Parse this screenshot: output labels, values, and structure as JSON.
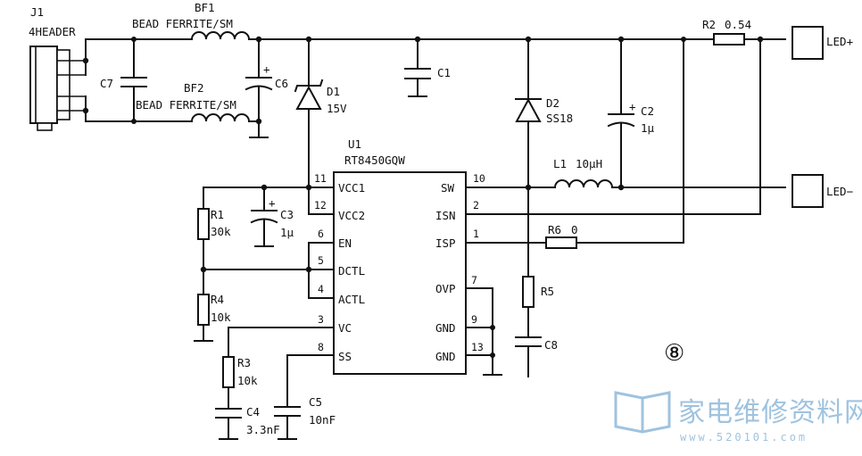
{
  "components": {
    "J1": {
      "ref": "J1",
      "value": "4HEADER"
    },
    "BF1": {
      "ref": "BF1",
      "value": "BEAD FERRITE/SM"
    },
    "BF2": {
      "ref": "BF2",
      "value": "BEAD FERRITE/SM"
    },
    "C7": {
      "ref": "C7"
    },
    "C6": {
      "ref": "C6"
    },
    "D1": {
      "ref": "D1",
      "value": "15V"
    },
    "C1": {
      "ref": "C1"
    },
    "D2": {
      "ref": "D2",
      "value": "SS18"
    },
    "C2": {
      "ref": "C2",
      "value": "1μ"
    },
    "R2": {
      "ref": "R2",
      "value": "0.54"
    },
    "U1": {
      "ref": "U1",
      "value": "RT8450GQW"
    },
    "L1": {
      "ref": "L1",
      "value": "10μH"
    },
    "R6": {
      "ref": "R6",
      "value": "0"
    },
    "R1": {
      "ref": "R1",
      "value": "30k"
    },
    "C3": {
      "ref": "C3",
      "value": "1μ"
    },
    "R4": {
      "ref": "R4",
      "value": "10k"
    },
    "R5": {
      "ref": "R5"
    },
    "C8": {
      "ref": "C8"
    },
    "R3": {
      "ref": "R3",
      "value": "10k"
    },
    "C4": {
      "ref": "C4",
      "value": "3.3nF"
    },
    "C5": {
      "ref": "C5",
      "value": "10nF"
    }
  },
  "connectors": {
    "led_plus": "LED+",
    "led_minus": "LED−"
  },
  "ic_pins": {
    "left": [
      {
        "num": "11",
        "name": "VCC1"
      },
      {
        "num": "12",
        "name": "VCC2"
      },
      {
        "num": "6",
        "name": "EN"
      },
      {
        "num": "5",
        "name": "DCTL"
      },
      {
        "num": "4",
        "name": "ACTL"
      },
      {
        "num": "3",
        "name": "VC"
      },
      {
        "num": "8",
        "name": "SS"
      }
    ],
    "right": [
      {
        "num": "10",
        "name": "SW"
      },
      {
        "num": "2",
        "name": "ISN"
      },
      {
        "num": "1",
        "name": "ISP"
      },
      {
        "num": "7",
        "name": "OVP"
      },
      {
        "num": "9",
        "name": "GND"
      },
      {
        "num": "13",
        "name": "GND"
      }
    ]
  },
  "polarity_mark": "+",
  "figure_number": "⑧",
  "watermark": {
    "title": "家电维修资料网",
    "url": "www.520101.com"
  }
}
